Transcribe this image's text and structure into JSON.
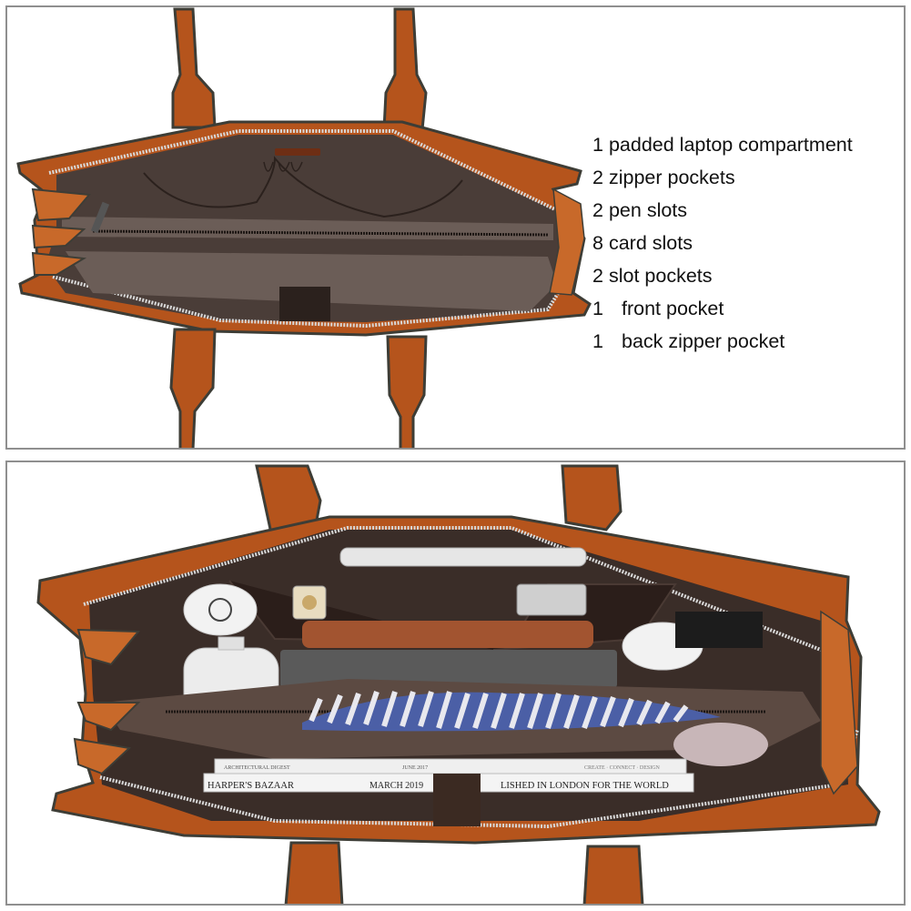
{
  "panels": {
    "top": {
      "subject": "open leather briefcase, empty interior view",
      "colors": {
        "leather": "#b5541c",
        "leather_dark": "#7a3a12",
        "edge": "#3d3d36",
        "lining": "#4a3d38",
        "lining_light": "#6b5d57",
        "zipper": "#d8d8d8"
      }
    },
    "bottom": {
      "subject": "open leather briefcase, packed interior view",
      "magazines": [
        {
          "spine_left": "ARCHITECTURAL DIGEST",
          "spine_mid": "JUNE 2017",
          "spine_right": "CREATE · CONNECT · DESIGN"
        },
        {
          "spine_left": "HARPER'S BAZAAR",
          "spine_mid": "MARCH 2019",
          "spine_right": "LISHED IN LONDON FOR THE WORLD"
        }
      ]
    }
  },
  "features": [
    {
      "qty": "1",
      "label": "padded laptop compartment"
    },
    {
      "qty": "2",
      "label": "zipper pockets"
    },
    {
      "qty": "2",
      "label": "pen slots"
    },
    {
      "qty": "8",
      "label": "card slots"
    },
    {
      "qty": "2",
      "label": "slot pockets"
    },
    {
      "qty": "1",
      "label": "front pocket"
    },
    {
      "qty": "1",
      "label": "back zipper pocket"
    }
  ]
}
